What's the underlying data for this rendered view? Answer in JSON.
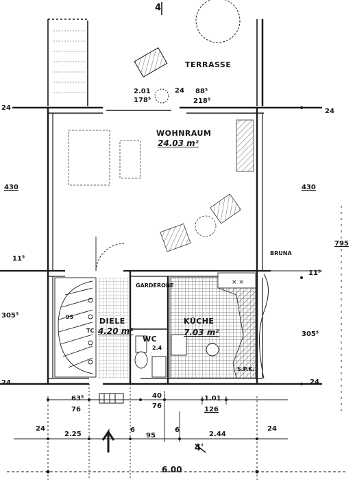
{
  "rooms": {
    "terrasse": "TERRASSE",
    "wohnraum": "WOHNRAUM",
    "wohnraum_area": "24.03 m²",
    "diele": "DIELE",
    "diele_area": "4.20 m²",
    "kueche": "KÜCHE",
    "kueche_area": "7.03 m²",
    "wc": "WC",
    "wc_area": "2.4",
    "garderobe": "GARDEROBE",
    "bruna": "BRUNA",
    "spk": "S.P.K."
  },
  "dimensions": {
    "left_430": "430",
    "right_430": "430",
    "right_795": "795",
    "left_3055": "305⁵",
    "right_3055": "305⁵",
    "left_115": "11⁵",
    "right_115": "11⁵",
    "top_201": "2.01",
    "top_1785": "178⁵",
    "top_24": "24",
    "top_885": "88⁵",
    "top_2185": "218⁵",
    "row_24_left_top": "24",
    "row_24_right_top": "24",
    "row_24_left_bottom": "24",
    "row_24_right_bottom": "24",
    "bottom_635": "63⁵",
    "bottom_76": "76",
    "bottom_40": "40",
    "bottom_76b": "76",
    "bottom_101": "1.01",
    "bottom_126": "126",
    "bottom_24a": "24",
    "bottom_225": "2.25",
    "bottom_6a": "6",
    "bottom_95": "95",
    "bottom_6b": "6",
    "bottom_244": "2.44",
    "bottom_24b": "24",
    "total_600": "6.00",
    "stair_95": "95",
    "stair_tc": "TC"
  },
  "section_marks": {
    "top": "4",
    "bottom": "4'"
  },
  "colors": {
    "ink": "#1a1a1a",
    "paper": "#ffffff",
    "hatch": "#333333"
  }
}
